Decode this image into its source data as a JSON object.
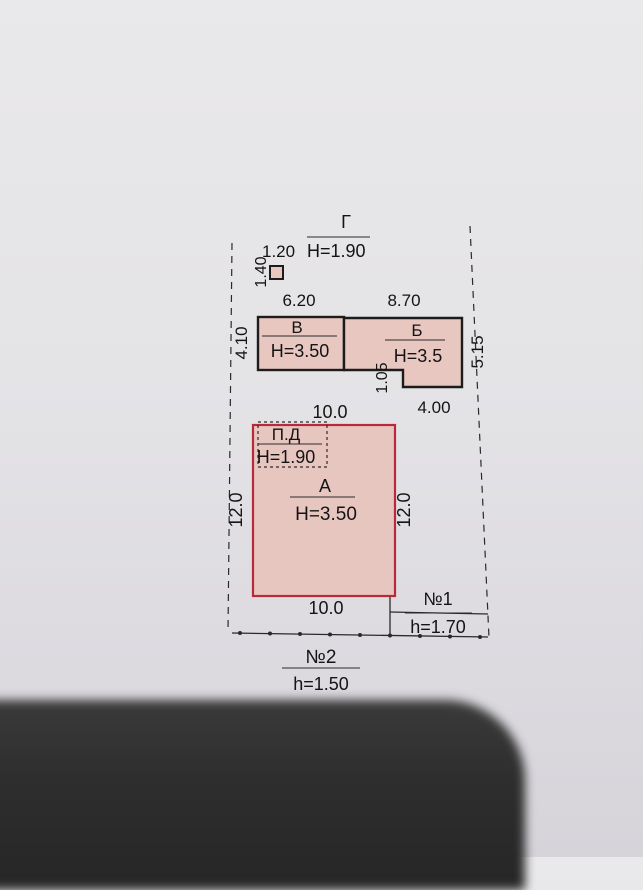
{
  "colors": {
    "paper": "#e6e5e8",
    "building_fill": "#e8c7c1",
    "building_outline": "#1c1c1c",
    "main_house_outline": "#b8293a",
    "line": "#2a2a2a"
  },
  "plan": {
    "outbuilding_g": {
      "letter": "Г",
      "height_label": "H=1.90",
      "dim_width": "1.20",
      "dim_height": "1.40"
    },
    "building_v": {
      "letter": "В",
      "height_label": "H=3.50",
      "dim_top": "6.20",
      "dim_side": "4.10"
    },
    "building_b": {
      "letter": "Б",
      "height_label": "H=3.5",
      "dim_top": "8.70",
      "dim_side": "5.15",
      "dim_bottom": "4.00",
      "dim_notch": "1.05"
    },
    "porch_pd": {
      "letter": "П.Д",
      "height_label": "H=1.90"
    },
    "building_a": {
      "letter": "А",
      "height_label": "H=3.50",
      "dim_top": "10.0",
      "dim_bottom": "10.0",
      "dim_left": "12.0",
      "dim_right": "12.0"
    },
    "fence_1": {
      "number": "№1",
      "height_label": "h=1.70"
    },
    "fence_2": {
      "number": "№2",
      "height_label": "h=1.50"
    }
  }
}
